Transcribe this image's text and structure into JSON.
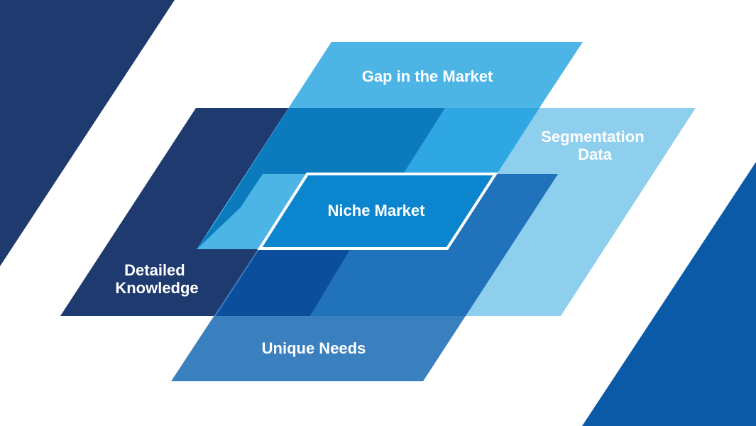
{
  "diagram": {
    "center": {
      "label": "Niche Market"
    },
    "regions": [
      {
        "id": "gap",
        "lines": [
          "Gap in the Market"
        ]
      },
      {
        "id": "segmentation",
        "lines": [
          "Segmentation",
          "Data"
        ]
      },
      {
        "id": "knowledge",
        "lines": [
          "Detailed",
          "Knowledge"
        ]
      },
      {
        "id": "needs",
        "lines": [
          "Unique Needs"
        ]
      }
    ]
  },
  "colors": {
    "background": "#ffffff",
    "navy": "#1e3a6e",
    "royal_blue": "#0a5aa8",
    "gap": "#4cb5e6",
    "segmentation": "#8ecfee",
    "knowledge": "#1e3a6e",
    "needs": "#3a80bf",
    "overlap_gap_knowledge": "#0b7bbd",
    "overlap_gap_segmentation": "#2ea7e2",
    "overlap_knowledge_needs": "#0b4f9c",
    "overlap_needs_segmentation": "#2073ba",
    "center_fill": "#0b86ce",
    "center_border": "#ffffff"
  }
}
